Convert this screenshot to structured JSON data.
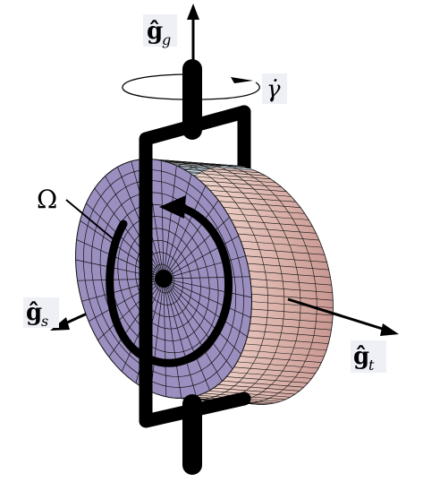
{
  "labels": {
    "gimbal_axis": "ĝ",
    "gimbal_axis_sub": "g",
    "spin_axis": "ĝ",
    "spin_axis_sub": "s",
    "transverse_axis": "ĝ",
    "transverse_axis_sub": "t",
    "gimbal_rate": "γ̇",
    "rotor_speed": "Ω"
  },
  "colors": {
    "face": "#9b8fc0",
    "mesh": "#111111",
    "side_light": "#f1dfd6",
    "side_shade": "#cf9f99",
    "side_top": "#c9e1ec",
    "frame": "#000000",
    "label_box": "#eef0f6"
  }
}
